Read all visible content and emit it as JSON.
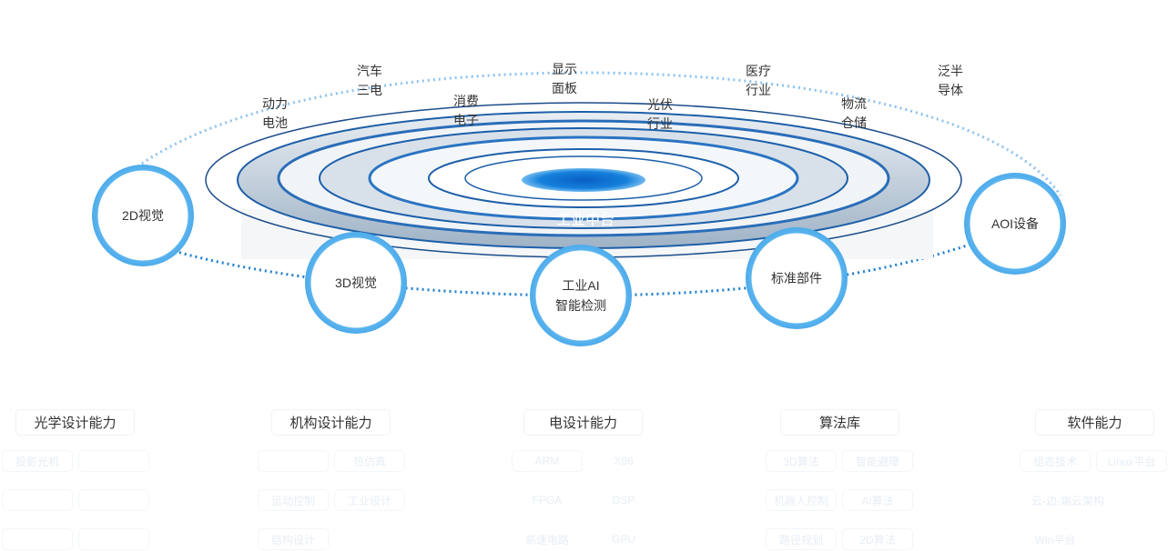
{
  "platform": {
    "label": "工业中台"
  },
  "industries": [
    {
      "id": "power-battery",
      "label": "动力电池"
    },
    {
      "id": "auto-electric",
      "label": "汽车三电"
    },
    {
      "id": "consumer-electronics",
      "label": "消费电子"
    },
    {
      "id": "display-panel",
      "label": "显示面板"
    },
    {
      "id": "photovoltaic",
      "label": "光伏行业"
    },
    {
      "id": "medical",
      "label": "医疗行业"
    },
    {
      "id": "logistics",
      "label": "物流仓储"
    },
    {
      "id": "semiconductor",
      "label": "泛半导体"
    }
  ],
  "nodes": [
    {
      "id": "2d-vision",
      "line1": "2D视觉",
      "line2": ""
    },
    {
      "id": "3d-vision",
      "line1": "3D视觉",
      "line2": ""
    },
    {
      "id": "industrial-ai",
      "line1": "工业AI",
      "line2": "智能检测"
    },
    {
      "id": "standard-parts",
      "line1": "标准部件",
      "line2": ""
    },
    {
      "id": "aoi-equipment",
      "line1": "AOI设备",
      "line2": ""
    }
  ],
  "capabilities": [
    {
      "title": "光学设计能力",
      "tags": [
        "投影光机",
        "",
        "",
        "",
        "",
        ""
      ]
    },
    {
      "title": "机构设计能力",
      "tags": [
        "",
        "热仿真",
        "运动控制",
        "工业设计",
        "结构设计"
      ]
    },
    {
      "title": "电设计能力",
      "tags": [
        "ARM",
        "X86",
        "FPGA",
        "DSP",
        "高速电路",
        "GPU"
      ]
    },
    {
      "title": "算法库",
      "tags": [
        "3D算法",
        "智能避障",
        "机器人控制",
        "AI算法",
        "路径规划",
        "2D算法"
      ]
    },
    {
      "title": "软件能力",
      "tags": [
        "组态技术",
        "Linux平台",
        "云-边-端云架构",
        "",
        "Win平台",
        ""
      ]
    }
  ],
  "colors": {
    "accent": "#1a7fd6",
    "ring": "#4aa8ea",
    "dots": "#1f7fd0"
  }
}
